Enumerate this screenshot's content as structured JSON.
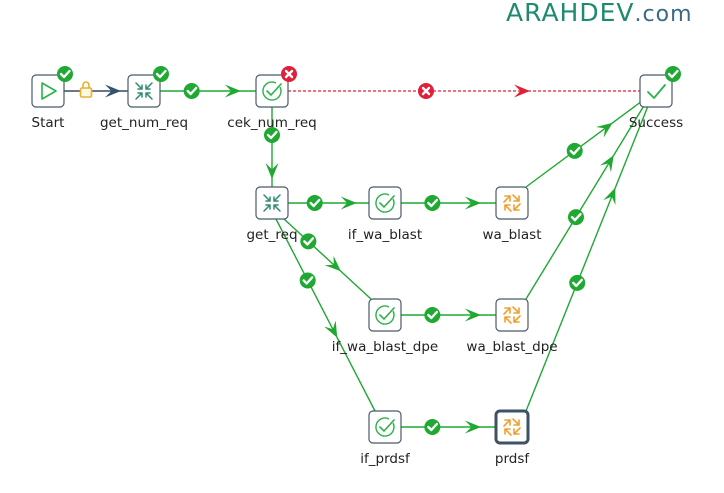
{
  "logo": {
    "main": "ARAHDEV",
    "tld": ".com"
  },
  "colors": {
    "ok": "#1fa832",
    "error": "#e0203a",
    "node_border": "#4a5a6a",
    "node_border_selected": "#3d5266",
    "icon_green": "#2bb24a",
    "icon_teal": "#2e8b6e",
    "icon_orange": "#f0a030",
    "lock": "#e8b030",
    "start_hop_arrow": "#34536e"
  },
  "nodes": [
    {
      "id": "start",
      "label": "Start",
      "icon": "play-icon",
      "status": "ok"
    },
    {
      "id": "get_num_req",
      "label": "get_num_req",
      "icon": "collapse-arrows-icon",
      "status": "ok"
    },
    {
      "id": "cek_num_req",
      "label": "cek_num_req",
      "icon": "check-circle-icon",
      "status": "error"
    },
    {
      "id": "success",
      "label": "Success",
      "icon": "checkmark-icon",
      "status": "ok"
    },
    {
      "id": "get_req",
      "label": "get_req",
      "icon": "collapse-arrows-icon",
      "status": "none"
    },
    {
      "id": "if_wa_blast",
      "label": "if_wa_blast",
      "icon": "check-circle-icon",
      "status": "none"
    },
    {
      "id": "wa_blast",
      "label": "wa_blast",
      "icon": "expand-arrows-icon",
      "status": "none"
    },
    {
      "id": "if_wa_blast_dpe",
      "label": "if_wa_blast_dpe",
      "icon": "check-circle-icon",
      "status": "none"
    },
    {
      "id": "wa_blast_dpe",
      "label": "wa_blast_dpe",
      "icon": "expand-arrows-icon",
      "status": "none"
    },
    {
      "id": "if_prdsf",
      "label": "if_prdsf",
      "icon": "check-circle-icon",
      "status": "none"
    },
    {
      "id": "prdsf",
      "label": "prdsf",
      "icon": "expand-arrows-icon",
      "status": "none",
      "selected": true
    }
  ],
  "hops": [
    {
      "from": "start",
      "to": "get_num_req",
      "type": "unconditional"
    },
    {
      "from": "get_num_req",
      "to": "cek_num_req",
      "type": "success"
    },
    {
      "from": "cek_num_req",
      "to": "success",
      "type": "failure"
    },
    {
      "from": "cek_num_req",
      "to": "get_req",
      "type": "success"
    },
    {
      "from": "get_req",
      "to": "if_wa_blast",
      "type": "success"
    },
    {
      "from": "get_req",
      "to": "if_wa_blast_dpe",
      "type": "success"
    },
    {
      "from": "get_req",
      "to": "if_prdsf",
      "type": "success"
    },
    {
      "from": "if_wa_blast",
      "to": "wa_blast",
      "type": "success"
    },
    {
      "from": "if_wa_blast_dpe",
      "to": "wa_blast_dpe",
      "type": "success"
    },
    {
      "from": "if_prdsf",
      "to": "prdsf",
      "type": "success"
    },
    {
      "from": "wa_blast",
      "to": "success",
      "type": "success"
    },
    {
      "from": "wa_blast_dpe",
      "to": "success",
      "type": "success"
    },
    {
      "from": "prdsf",
      "to": "success",
      "type": "success"
    }
  ]
}
